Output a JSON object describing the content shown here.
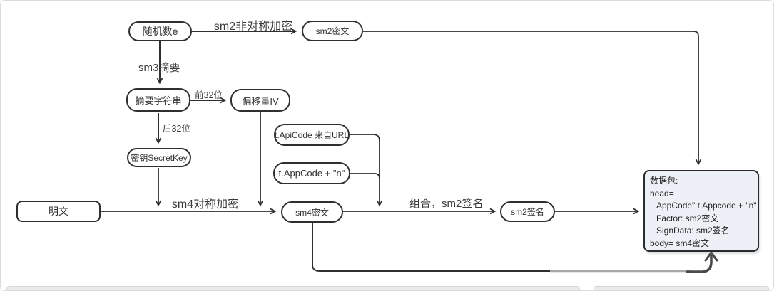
{
  "diagram": {
    "nodes": {
      "random_e": {
        "label": "随机数e"
      },
      "sm2_cipher": {
        "label": "sm2密文"
      },
      "digest_string": {
        "label": "摘要字符串"
      },
      "offset_iv": {
        "label": "偏移量IV"
      },
      "secret_key": {
        "label": "密钥SecretKey"
      },
      "api_code": {
        "label": "t.ApiCode 来自URL"
      },
      "app_code": {
        "label": "t.AppCode + \"n\""
      },
      "plaintext": {
        "label": "明文"
      },
      "sm4_cipher": {
        "label": "sm4密文"
      },
      "sm2_sign": {
        "label": "sm2签名"
      },
      "packet": {
        "lines": [
          "数据包:",
          "head=",
          "AppCode\" t.Appcode + \"n\"",
          "Factor: sm2密文",
          "SignData: sm2签名",
          "body= sm4密文"
        ]
      }
    },
    "edge_labels": {
      "sm2_encrypt": "sm2非对称加密",
      "sm3_digest": "sm3摘要",
      "first_32": "前32位",
      "last_32": "后32位",
      "sm4_encrypt": "sm4对称加密",
      "combine_sign": "组合，sm2签名"
    },
    "colors": {
      "stroke": "#2f2f2f",
      "packet_fill": "#edf1f7",
      "faded_line": "#a8a8a8",
      "hand_arrow": "#4a4a4a"
    }
  }
}
